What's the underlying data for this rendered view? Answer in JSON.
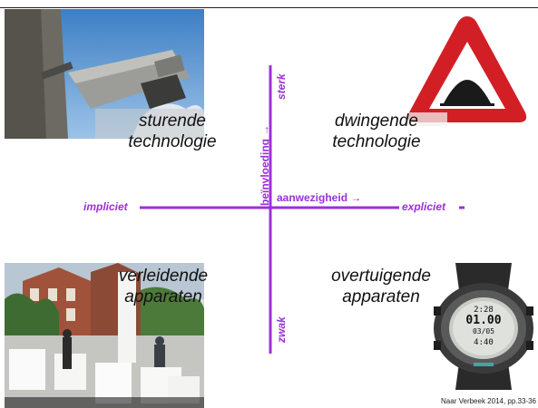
{
  "quadrants": {
    "top_left": {
      "line1": "sturende",
      "line2": "technologie"
    },
    "top_right": {
      "line1": "dwingende",
      "line2": "technologie"
    },
    "bottom_left": {
      "line1": "verleidende",
      "line2": "apparaten"
    },
    "bottom_right": {
      "line1": "overtuigende",
      "line2": "apparaten"
    }
  },
  "axes": {
    "left": "impliciet",
    "right": "expliciet",
    "top": "sterk",
    "bottom": "zwak",
    "vertical_title": "beïnvloeding →",
    "horizontal_title": "aanwezigheid →"
  },
  "watch_display": {
    "line1": "2:28",
    "line2": "01.00",
    "line3": "03/05",
    "line4": "4:40"
  },
  "citation": "Naar Verbeek 2014, pp.33-36",
  "colors": {
    "axis": "#9b30d9",
    "sign_red": "#d21f26"
  },
  "images": [
    "security-camera-photo",
    "speed-bump-warning-sign",
    "public-square-photo",
    "sport-watch-photo"
  ]
}
